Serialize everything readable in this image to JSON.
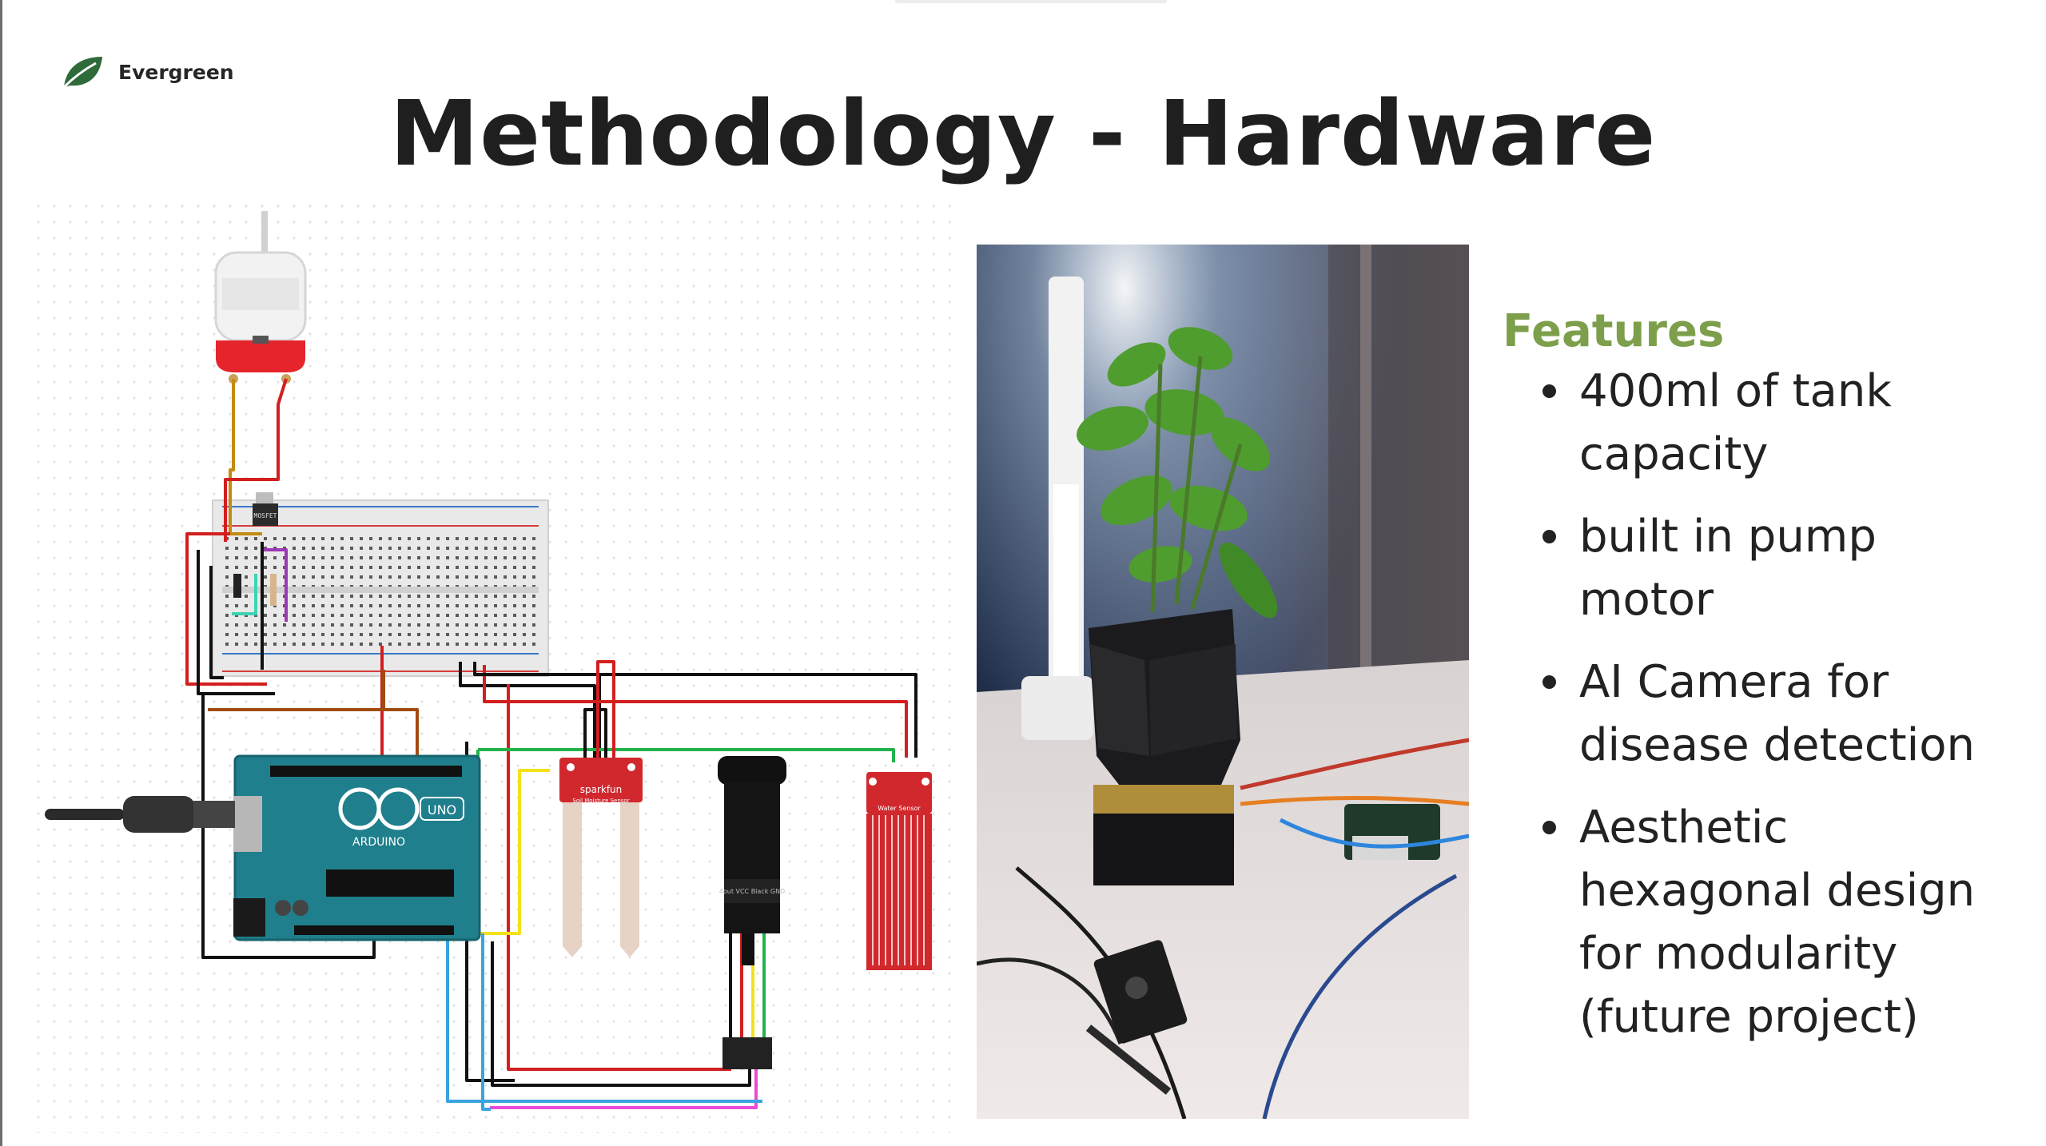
{
  "brand": {
    "name": "Evergreen",
    "logo_icon": "leaf-icon",
    "logo_color": "#2f6b3a"
  },
  "title": "Methodology - Hardware",
  "circuit": {
    "labels": {
      "mosfet": "MOSFET",
      "arduino_brand": "ARDUINO",
      "arduino_model": "UNO",
      "soil_brand": "sparkfun",
      "soil_sensor": "Soil Moisture Sensor",
      "water_sensor": "Water Sensor",
      "sensor_pins": "4out VCC Black GND"
    }
  },
  "photo": {
    "subject": "plant-photo"
  },
  "features": {
    "heading": "Features",
    "heading_color": "#7d9f4b",
    "items": [
      {
        "line1": "400ml of tank",
        "line2": "capacity",
        "line3": "",
        "line4": ""
      },
      {
        "line1": "built in pump",
        "line2": "motor",
        "line3": "",
        "line4": ""
      },
      {
        "line1": "AI Camera for",
        "line2": "disease detection",
        "line3": "",
        "line4": ""
      },
      {
        "line1": "Aesthetic",
        "line2": "hexagonal design",
        "line3": "for modularity",
        "line4": "(future project)"
      }
    ]
  }
}
